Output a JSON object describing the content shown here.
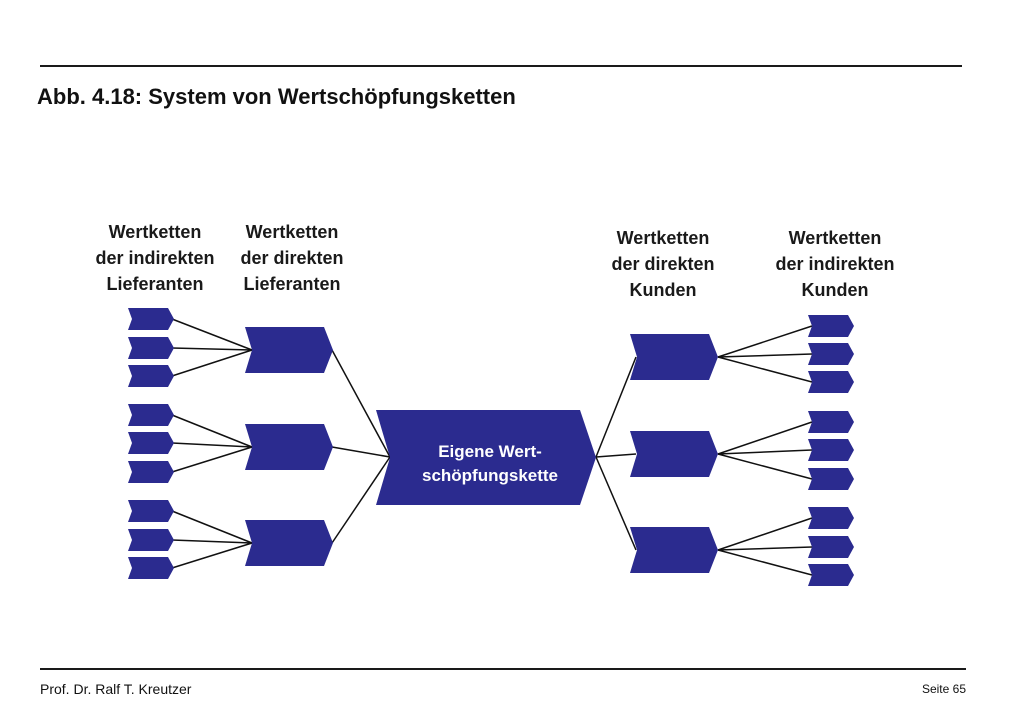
{
  "title": "Abb. 4.18: System von Wertschöpfungsketten",
  "colors": {
    "chevron": "#2b2b8f",
    "line": "#111111"
  },
  "columns": {
    "indirect_suppliers": [
      "Wertketten",
      "der indirekten",
      "Lieferanten"
    ],
    "direct_suppliers": [
      "Wertketten",
      "der direkten",
      "Lieferanten"
    ],
    "direct_customers": [
      "Wertketten",
      "der direkten",
      "Kunden"
    ],
    "indirect_customers": [
      "Wertketten",
      "der indirekten",
      "Kunden"
    ]
  },
  "center": {
    "line1": "Eigene Wert-",
    "line2": "schöpfungskette"
  },
  "footer": {
    "author": "Prof. Dr. Ralf T. Kreutzer",
    "page": "Seite 65"
  }
}
